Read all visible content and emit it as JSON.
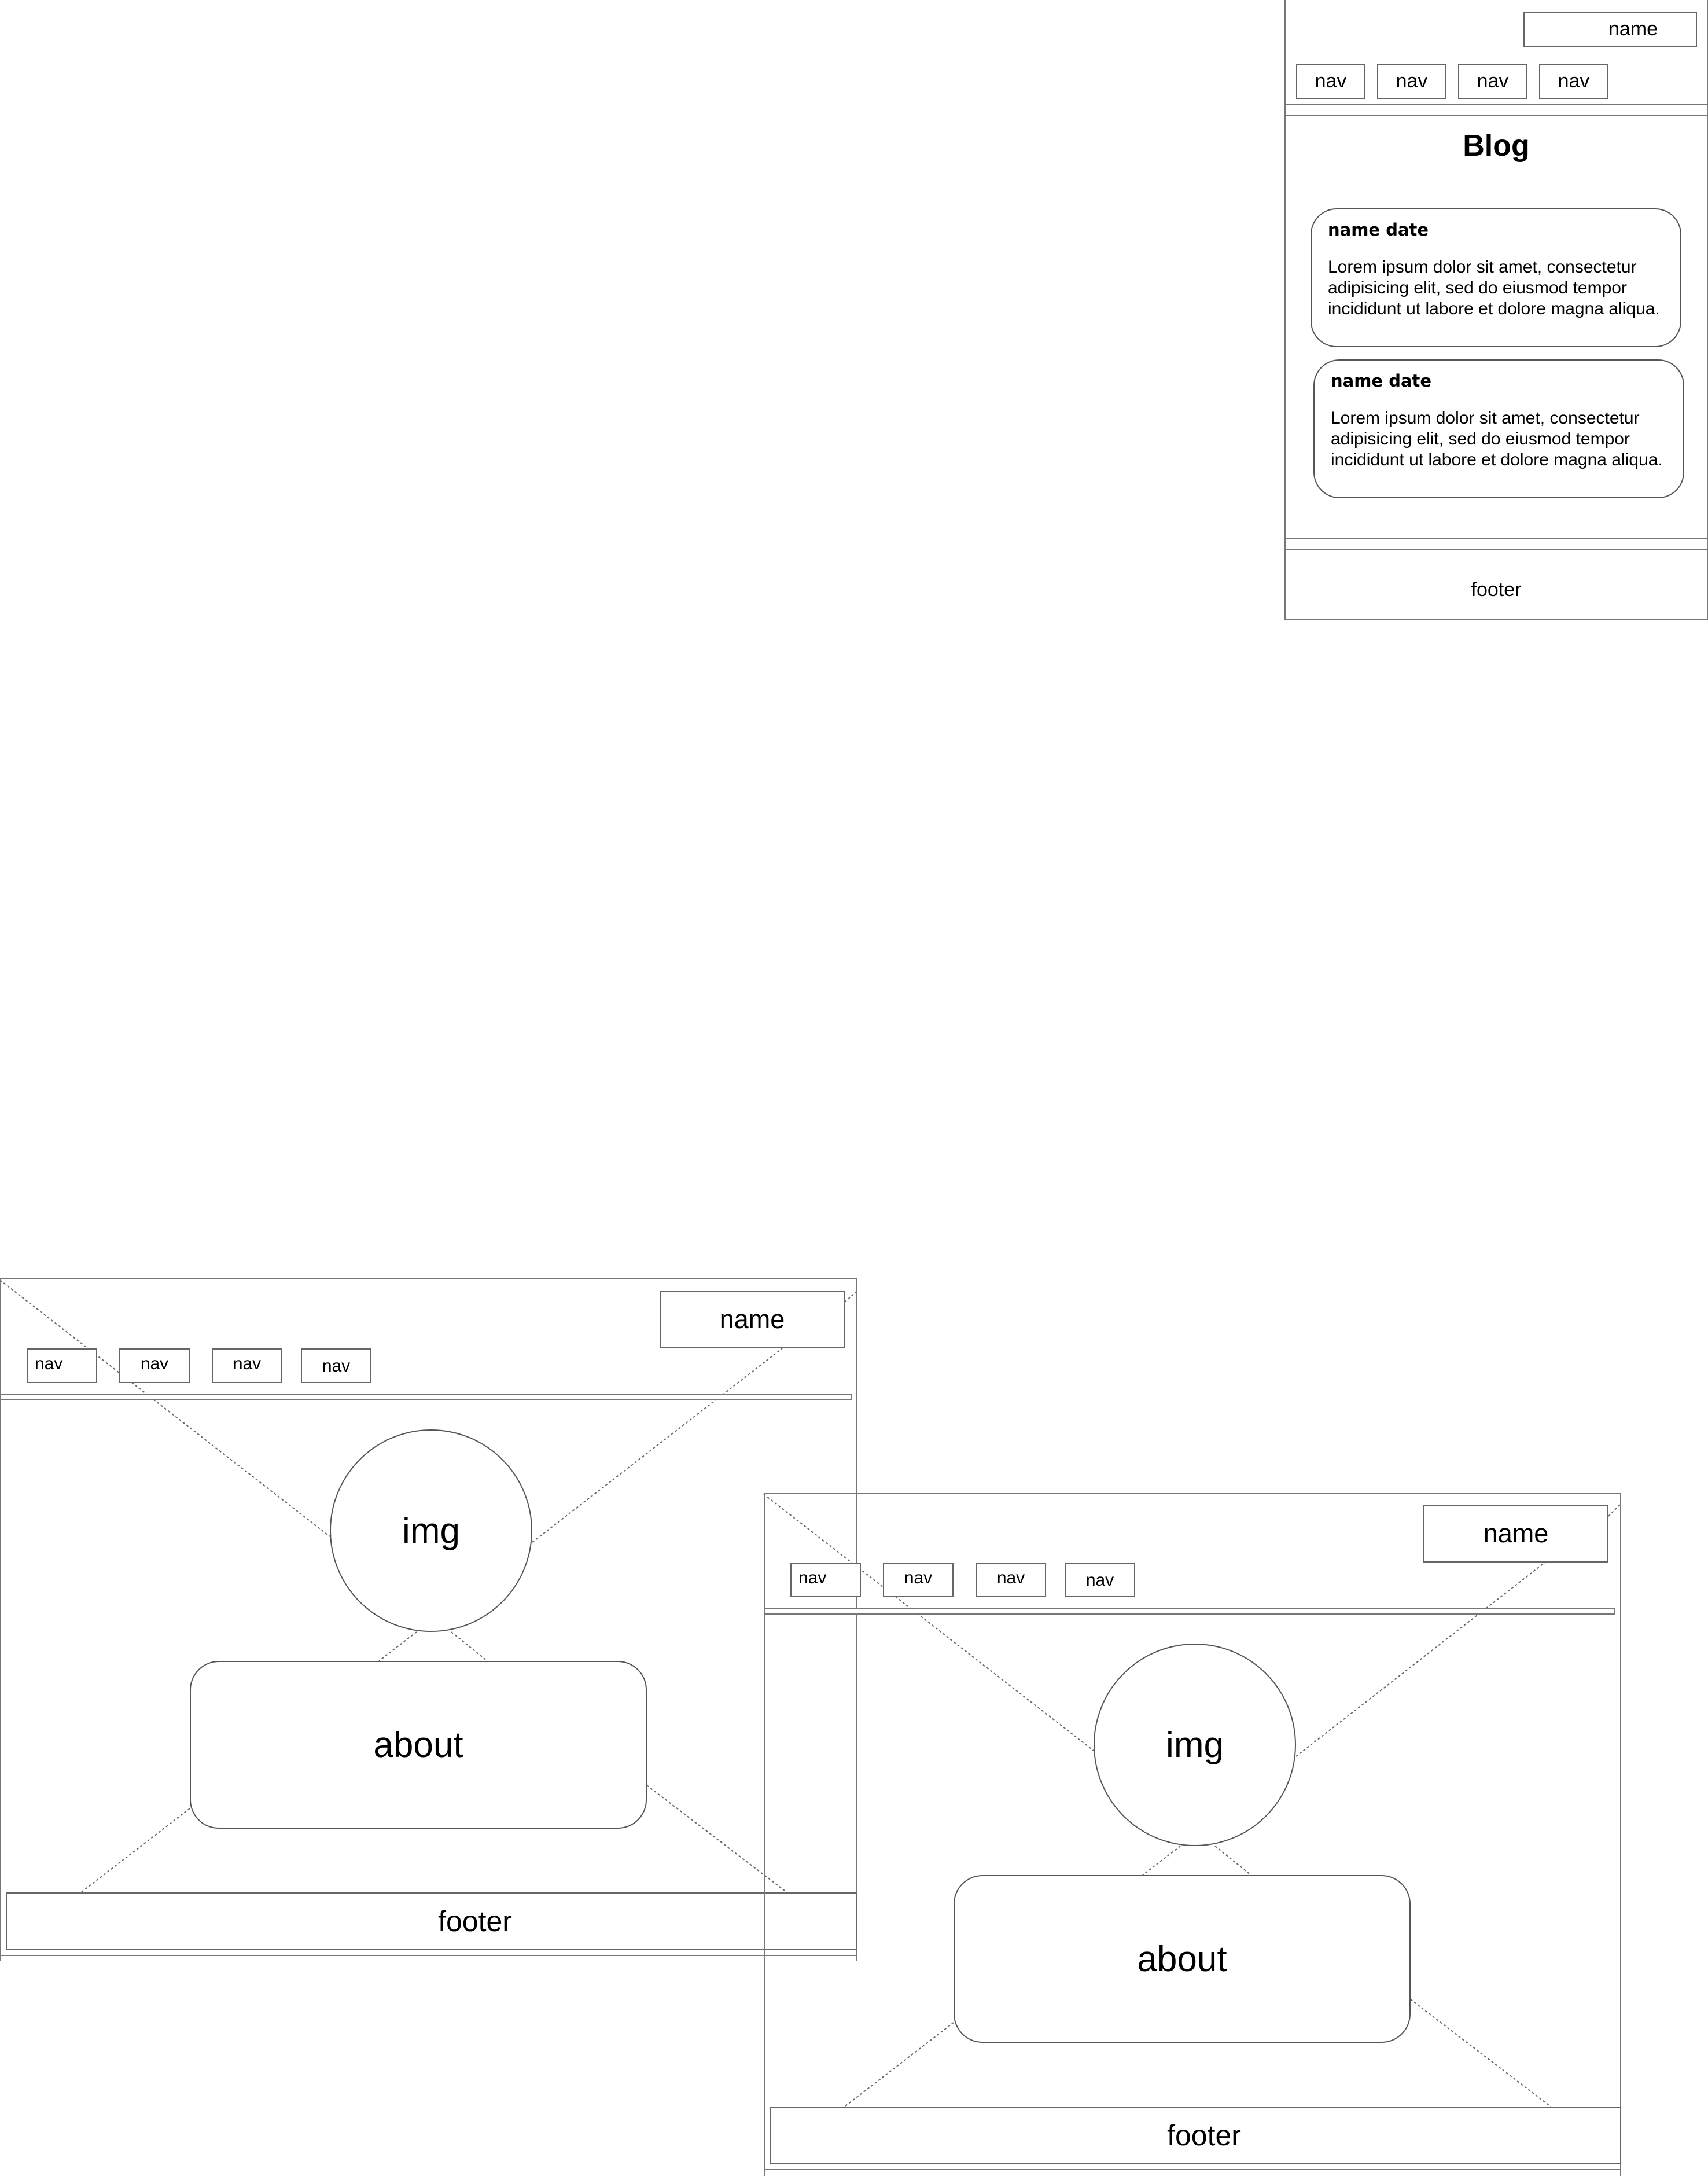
{
  "blog_mock": {
    "name": "name",
    "nav": [
      "nav",
      "nav",
      "nav",
      "nav"
    ],
    "title": "Blog",
    "posts": [
      {
        "header": "name date",
        "body": "Lorem ipsum dolor sit amet, consectetur adipisicing elit, sed do eiusmod tempor incididunt ut labore et dolore magna aliqua."
      },
      {
        "header": "name date",
        "body": "Lorem ipsum dolor sit amet, consectetur adipisicing elit, sed do eiusmod tempor incididunt ut labore et dolore magna aliqua."
      }
    ],
    "footer": "footer"
  },
  "home_mock_1": {
    "name": "name",
    "nav": [
      "nav",
      "nav",
      "nav",
      "nav"
    ],
    "img": "img",
    "about": "about",
    "footer": "footer"
  },
  "home_mock_2": {
    "name": "name",
    "nav": [
      "nav",
      "nav",
      "nav",
      "nav"
    ],
    "img": "img",
    "about": "about",
    "footer": "footer"
  }
}
